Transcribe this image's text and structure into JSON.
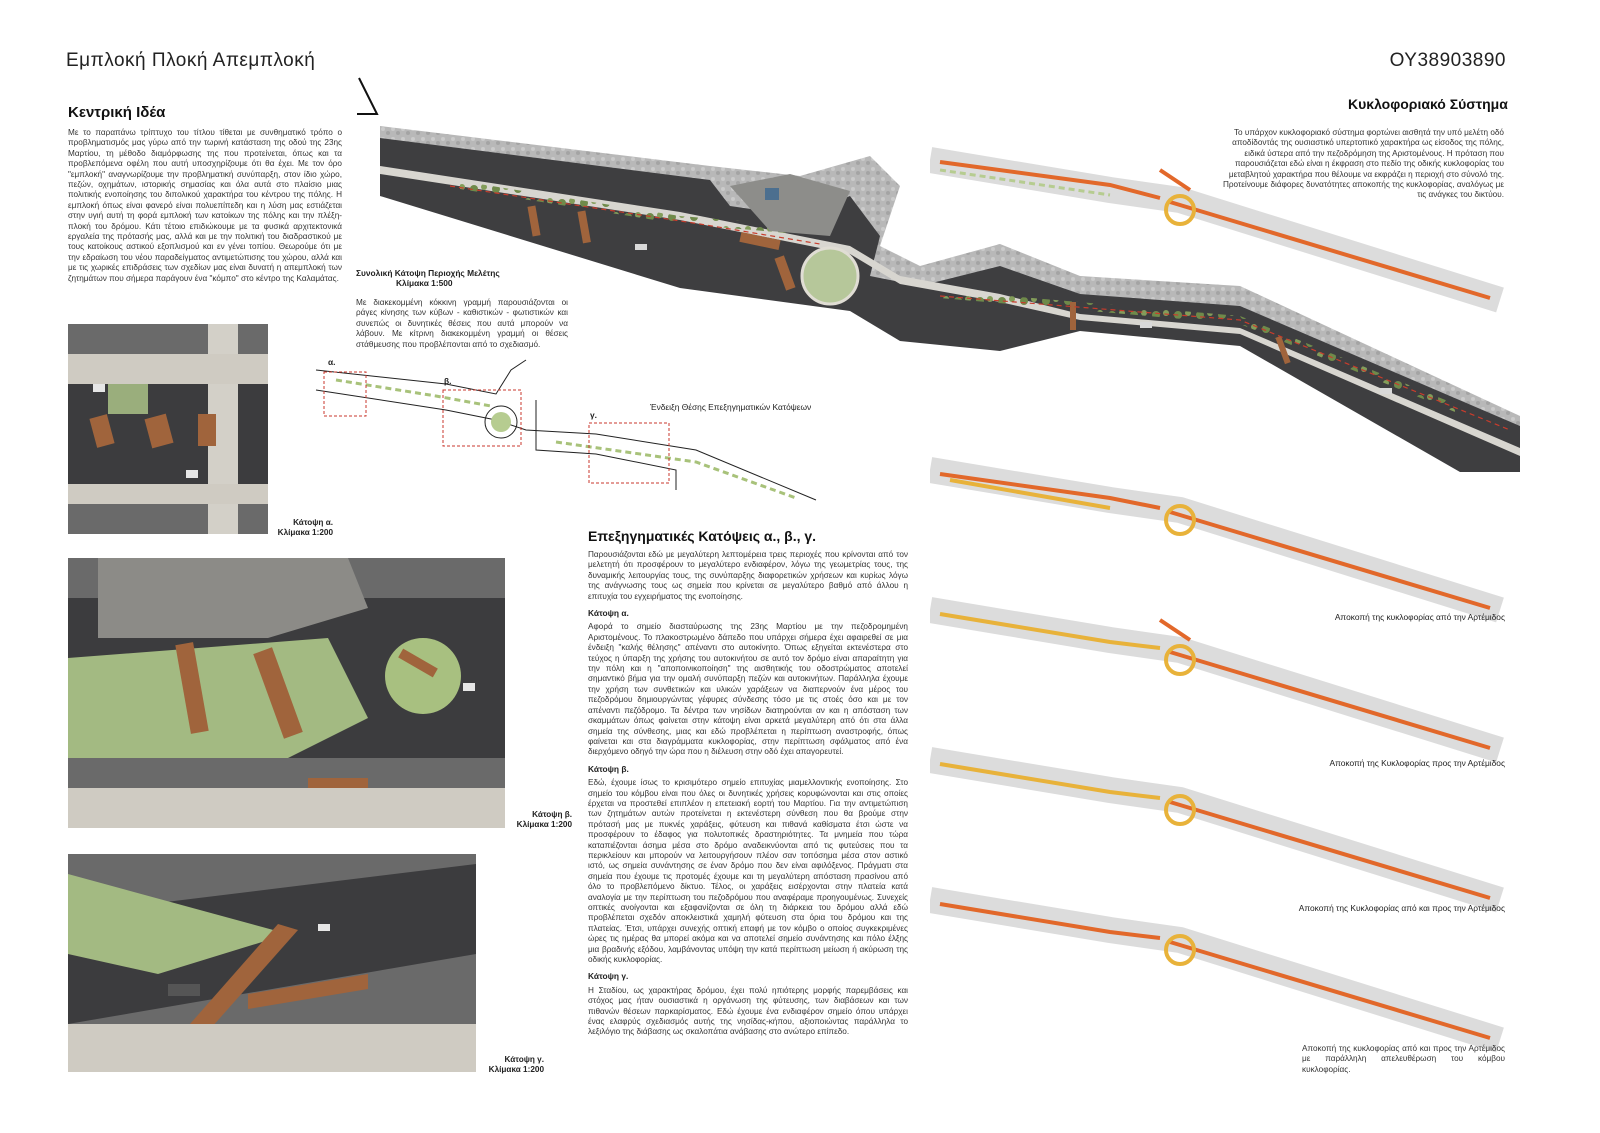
{
  "header": {
    "title": "Εμπλοκή Πλοκή Απεμπλοκή",
    "code": "ΟΥ38903890"
  },
  "central_idea": {
    "heading": "Κεντρική Ιδέα",
    "text": "Με το παραπάνω τρίπτυχο του τίτλου τίθεται με συνθηματικό τρόπο ο προβληματισμός μας γύρω από την τωρινή κατάσταση της οδού της 23ης Μαρτίου, τη μέθοδο διαμόρφωσης της που προτείνεται, όπως και τα προβλεπόμενα οφέλη που αυτή υποσχηρίζουμε ότι θα έχει. Με τον όρο \"εμπλοκή\" αναγνωρίζουμε την προβληματική συνύπαρξη, στον ίδιο χώρο, πεζών, οχημάτων, ιστορικής σημασίας και όλα αυτά στο πλαίσιο μιας πολιτικής ενοποίησης του διπολικού χαρακτήρα του κέντρου της πόλης. Η εμπλοκή όπως είναι φανερό είναι πολυεπίπεδη και η λύση μας εστιάζεται στην υγιή αυτή τη φορά εμπλοκή των κατοίκων της πόλης και την πλέξη- πλοκή του δρόμου. Κάτι τέτοιο επιδιώκουμε με τα φυσικά αρχιτεκτονικά εργαλεία της πρότασής μας, αλλά και με την πολιτική του διαδραστικού με τους κατοίκους αστικού εξοπλισμού και εν γένει τοπίου. Θεωρούμε ότι με την εδραίωση του νέου παραδείγματος αντιμετώπισης του χώρου, αλλά και με τις χωρικές επιδράσεις των σχεδίων μας είναι δυνατή η απεμπλοκή των ζητημάτων που σήμερα παράγουν ένα \"κόμπο\" στο κέντρο της Καλαμάτας."
  },
  "overview": {
    "title": "Συνολική Κάτοψη Περιοχής Μελέτης",
    "scale": "Κλίμακα 1:500",
    "text": "Με διακεκομμένη κόκκινη γραμμή παρουσιάζονται οι ράγες κίνησης των κύβων - καθιστικών - φωτιστικών και συνεπώς οι δυνητικές θέσεις που αυτά μπορούν να λάβουν. Με κίτρινη διακεκομμένη γραμμή οι θέσεις στάθμευσης που προβλέπονται από το σχεδιασμό."
  },
  "key_plan": {
    "label_a": "α.",
    "label_b": "β.",
    "label_c": "γ.",
    "caption": "Ένδειξη Θέσης Επεξηγηματικών Κατόψεων"
  },
  "plans": {
    "a_title": "Κάτοψη α.",
    "a_scale": "Κλίμακα 1:200",
    "b_title": "Κάτοψη β.",
    "b_scale": "Κλίμακα 1:200",
    "c_title": "Κάτοψη γ.",
    "c_scale": "Κλίμακα 1:200"
  },
  "explanatory": {
    "heading": "Επεξηγηματικές Κατόψεις α., β., γ.",
    "intro": "Παρουσιάζονται εδώ με μεγαλύτερη λεπτομέρεια τρεις περιοχές που κρίνονται από τον μελετητή ότι προσφέρουν το μεγαλύτερο ενδιαφέρον, λόγω της γεωμετρίας τους, της δυναμικής λειτουργίας τους, της συνύπαρξης διαφορετικών χρήσεων και κυρίως λόγω της ανάγνωσης τους ως σημεία που κρίνεται σε μεγαλύτερο βαθμό από άλλου η επιτυχία του εγχειρήματος της ενοποίησης.",
    "a_heading": "Κάτοψη α.",
    "a_text": "Αφορά το σημείο διασταύρωσης της 23ης Μαρτίου με την πεζοδρομημένη Αριστομένους. Το πλακοστρωμένο δάπεδο που υπάρχει σήμερα έχει αφαιρεθεί σε μια ένδειξη \"καλής θέλησης\" απέναντι στο αυτοκίνητο. Όπως εξηγείται εκτενέστερα στο τεύχος η ύπαρξη της χρήσης του αυτοκινήτου σε αυτό τον δρόμο είναι απαραίτητη για την πόλη και η \"αποποινικοποίηση\" της αισθητικής του οδοστρώματος αποτελεί σημαντικό βήμα για την ομαλή συνύπαρξη πεζών και αυτοκινήτων. Παράλληλα έχουμε την χρήση των συνθετικών και υλικών χαράξεων να διαπερνούν ένα μέρος του πεζοδρόμου δημιουργώντας γέφυρες σύνδεσης τόσο με τις στοές όσο και με τον απέναντι πεζόδρομο. Τα δέντρα των νησίδων διατηρούνται αν και η απόσταση των σκαμμάτων όπως φαίνεται στην κάτοψη είναι αρκετά μεγαλύτερη από ότι στα άλλα σημεία της σύνθεσης, μιας και εδώ προβλέπεται η περίπτωση αναστροφής, όπως φαίνεται και στα διαγράμματα κυκλοφορίας, στην περίπτωση σφάλματος από ένα διερχόμενο οδηγό την ώρα που η διέλευση στην οδό έχει απαγορευτεί.",
    "b_heading": "Κάτοψη β.",
    "b_text": "Εδώ, έχουμε ίσως το κρισιμότερο σημείο επιτυχίας μιαμελλοντικής ενοποίησης. Στο σημείο του κόμβου είναι που όλες οι δυνητικές χρήσεις κορυφώνονται και στις οποίες έρχεται να προστεθεί επιπλέον η επετειακή εορτή του Μαρτίου. Για την αντιμετώπιση των ζητημάτων αυτών προτείνεται η εκτενέστερη σύνθεση που θα βρούμε στην πρότασή μας με πυκνές χαράξεις, φύτευση και πιθανά καθίσματα έτσι ώστε να προσφέρουν το έδαφος για πολυτοπικές δραστηριότητες. Τα μνημεία που τώρα καταπιέζονται άσημα μέσα στο δρόμο αναδεικνύονται από τις φυτεύσεις που τα περικλείουν και μπορούν να λειτουργήσουν πλέον σαν τοπόσημα μέσα στον αστικό ιστό, ως σημεία συνάντησης σε έναν δρόμο που δεν είναι αφιλόξενος. Πράγματι στα σημεία που έχουμε τις προτομές έχουμε και τη μεγαλύτερη απόσταση πρασίνου από όλο το προβλεπόμενο δίκτυο. Τέλος, οι χαράξεις εισέρχονται στην πλατεία κατά αναλογία με την περίπτωση του πεζοδρόμου που αναφέραμε προηγουμένως. Συνεχείς οπτικές ανοίγονται και εξαφανίζονται σε όλη τη διάρκεια του δρόμου αλλά εδώ προβλέπεται σχεδόν αποκλειστικά χαμηλή φύτευση στα όρια του δρόμου και της πλατείας. Έτσι, υπάρχει συνεχής οπτική επαφή με τον κόμβο ο οποίος συγκεκριμένες ώρες τις ημέρας θα μπορεί ακόμα και να αποτελεί σημείο συνάντησης και πόλο έλξης μια βραδινής εξόδου, λαμβάνοντας υπόψη την κατά περίπτωση μείωση ή ακύρωση της οδικής κυκλοφορίας.",
    "c_heading": "Κάτοψη γ.",
    "c_text": "Η Σταδίου, ως χαρακτήρας δρόμου, έχει πολύ ηπιότερης μορφής παρεμβάσεις και στόχος μας ήταν ουσιαστικά η οργάνωση της φύτευσης, των διαβάσεων και των πιθανών θέσεων παρκαρίσματος. Εδώ έχουμε ένα ενδιαφέρον σημείο όπου υπάρχει ένας ελαφρύς σχεδιασμός αυτής της νησίδας-κήπου, αξιοποιώντας παράλληλα το λεξιλόγιο της διάβασης ως σκαλοπάτια ανάβασης στο ανώτερο επίπεδο."
  },
  "traffic": {
    "heading": "Κυκλοφοριακό Σύστημα",
    "text": "Το υπάρχον κυκλοφοριακό σύστημα φορτώνει αισθητά την υπό μελέτη οδό αποδίδοντάς της ουσιαστικό υπερτοπικό χαρακτήρα ως είσοδος της πόλης, ειδικά ύστερα από την πεζοδρόμηση της Αριστομένους. Η πρόταση που παρουσιάζεται εδώ είναι η έκφραση στο πεδίο της οδικής κυκλοφορίας του μεταβλητού χαρακτήρα που θέλουμε να εκφράζει η περιοχή στο σύνολό της. Προτείνουμε διάφορες δυνατότητες αποκοπής της κυκλοφορίας, αναλόγως με τις ανάγκες του δικτύου.",
    "caption2": "Αποκοπή της κυκλοφορίας από την Αρτέμιδος",
    "caption3": "Αποκοπή της Κυκλοφορίας προς την Αρτέμιδος",
    "caption4": "Αποκοπή της Κυκλοφορίας από και προς την Αρτέμιδος",
    "caption5": "Αποκοπή της κυκλοφορίας από και προς την Αρτέμιδος με παράλληλη απελευθέρωση του κόμβου κυκλοφορίας."
  },
  "colors": {
    "road": "#3e3e40",
    "sidewalk": "#d8d6d0",
    "green": "#9bb07a",
    "rust": "#a0643c",
    "traffic_orange": "#e2682a",
    "traffic_yellow": "#e8b23a",
    "traffic_green": "#b6cc90"
  }
}
